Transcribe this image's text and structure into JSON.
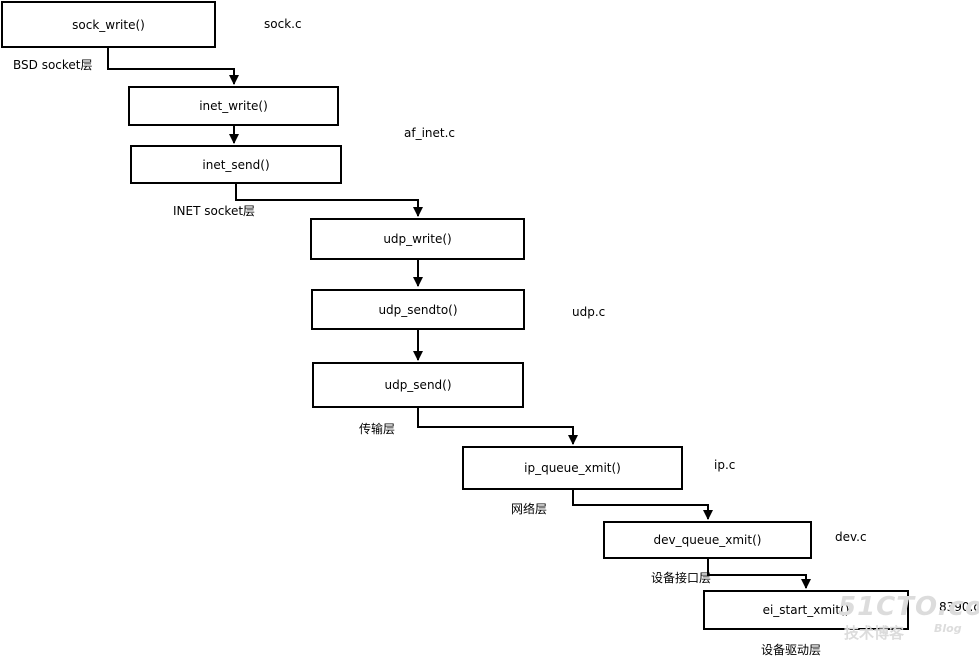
{
  "nodes": {
    "sock_write": "sock_write()",
    "inet_write": "inet_write()",
    "inet_send": "inet_send()",
    "udp_write": "udp_write()",
    "udp_sendto": "udp_sendto()",
    "udp_send": "udp_send()",
    "ip_queue_xmit": "ip_queue_xmit()",
    "dev_queue_xmit": "dev_queue_xmit()",
    "ei_start_xmit": "ei_start_xmit()"
  },
  "files": {
    "sock_c": "sock.c",
    "af_inet_c": "af_inet.c",
    "udp_c": "udp.c",
    "ip_c": "ip.c",
    "dev_c": "dev.c",
    "c8390": "8390.c"
  },
  "layers": {
    "bsd_socket": "BSD socket层",
    "inet_socket": "INET socket层",
    "transport": "传输层",
    "network": "网络层",
    "device_interface": "设备接口层",
    "device_driver": "设备驱动层"
  },
  "watermark": {
    "main": "51CTO.com",
    "sub": "技术博客",
    "blog": "Blog"
  },
  "colors": {
    "line": "#000000",
    "background": "#ffffff",
    "watermark": "#dcdcdc"
  }
}
